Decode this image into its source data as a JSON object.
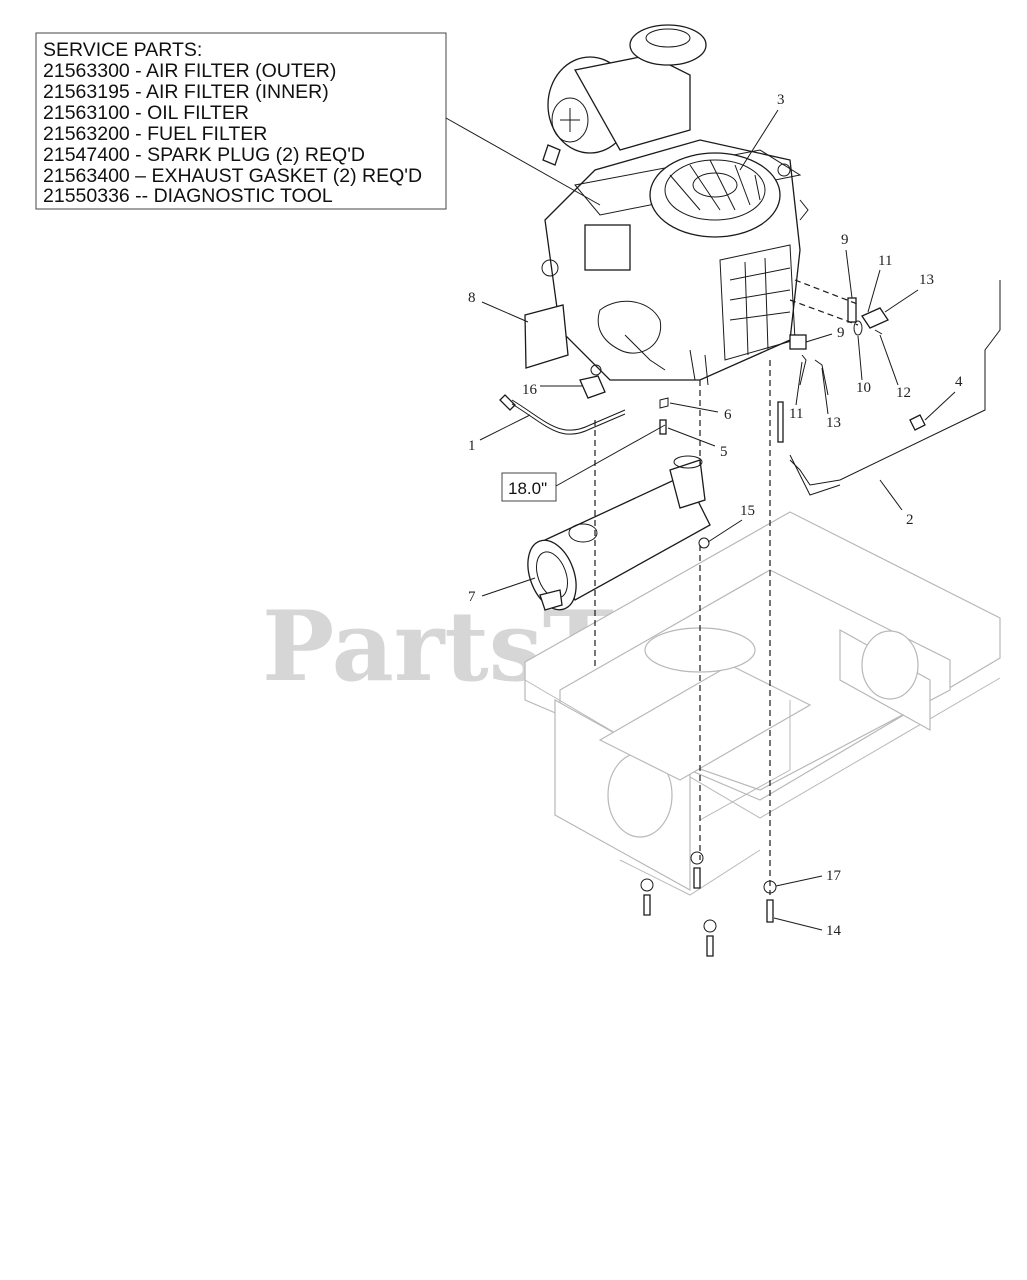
{
  "service_parts": {
    "heading": "SERVICE PARTS:",
    "lines": [
      "21563300 - AIR FILTER (OUTER)",
      "21563195 - AIR FILTER (INNER)",
      "21563100 - OIL FILTER",
      "21563200 - FUEL FILTER",
      "21547400 - SPARK PLUG (2) REQ'D",
      "21563400 – EXHAUST GASKET (2) REQ'D",
      "21550336 -- DIAGNOSTIC TOOL"
    ]
  },
  "dimension_label": "18.0\"",
  "watermark": "PartsTree",
  "callouts": [
    "1",
    "2",
    "3",
    "4",
    "5",
    "6",
    "7",
    "8",
    "9",
    "9",
    "10",
    "11",
    "11",
    "12",
    "13",
    "13",
    "14",
    "15",
    "16",
    "17"
  ],
  "colors": {
    "line": "#1a1a1a",
    "frame": "#b8b8b8",
    "watermark": "#c9c9c9"
  }
}
